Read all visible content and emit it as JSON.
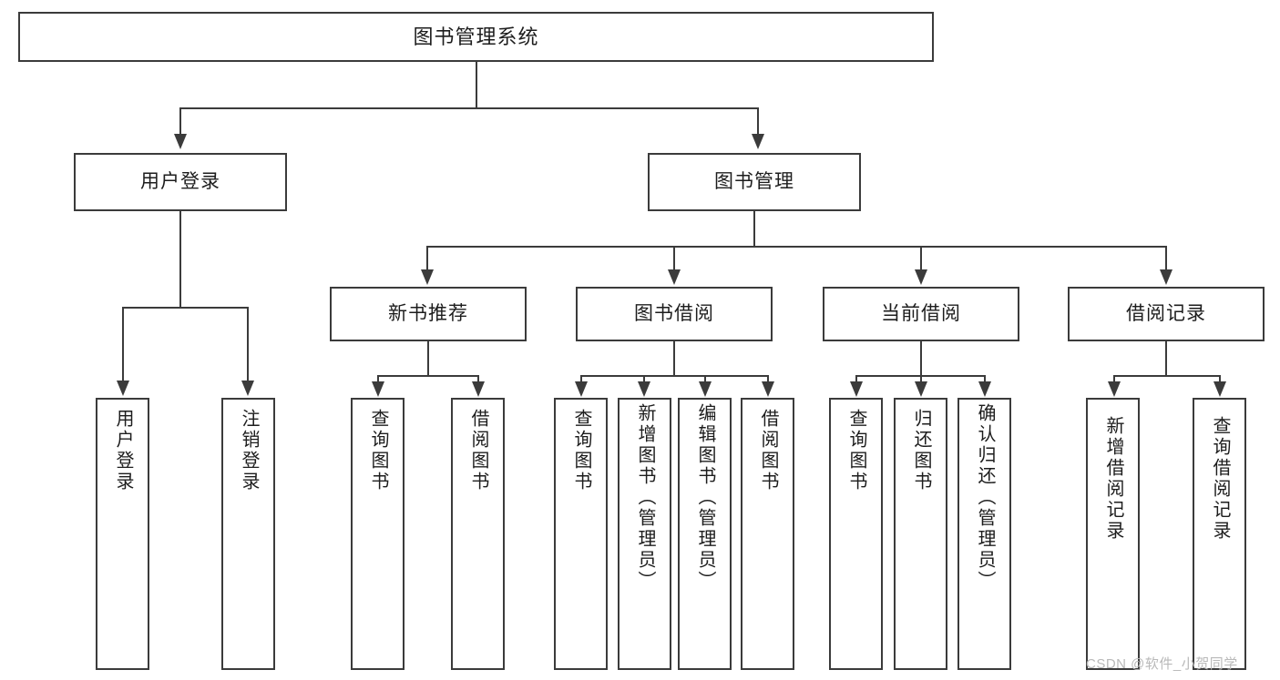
{
  "diagram": {
    "title": "图书管理系统",
    "type": "功能结构图",
    "watermark": "CSDN @软件_小贺同学",
    "line_color": "#3b3b3b",
    "box_fill": "#ffffff",
    "text_color": "#1d1d1d"
  },
  "nodes": {
    "root": {
      "label": "图书管理系统"
    },
    "level2": [
      {
        "id": "user-login",
        "label": "用户登录"
      },
      {
        "id": "book-manage",
        "label": "图书管理"
      }
    ],
    "level3": [
      {
        "id": "new-book-recommend",
        "label": "新书推荐"
      },
      {
        "id": "book-borrow",
        "label": "图书借阅"
      },
      {
        "id": "current-borrow",
        "label": "当前借阅"
      },
      {
        "id": "borrow-record",
        "label": "借阅记录"
      }
    ],
    "leaves": {
      "user_login": [
        {
          "id": "leaf-user-login",
          "label": "用户登录"
        },
        {
          "id": "leaf-logout-login",
          "label": "注销登录"
        }
      ],
      "new_book_recommend": [
        {
          "id": "leaf-query-book-1",
          "label": "查询图书"
        },
        {
          "id": "leaf-borrow-book-1",
          "label": "借阅图书"
        }
      ],
      "book_borrow": [
        {
          "id": "leaf-query-book-2",
          "label": "查询图书"
        },
        {
          "id": "leaf-add-book",
          "label": "新增图书（管理员）"
        },
        {
          "id": "leaf-edit-book",
          "label": "编辑图书（管理员）"
        },
        {
          "id": "leaf-borrow-book-2",
          "label": "借阅图书"
        }
      ],
      "current_borrow": [
        {
          "id": "leaf-query-book-3",
          "label": "查询图书"
        },
        {
          "id": "leaf-return-book",
          "label": "归还图书"
        },
        {
          "id": "leaf-confirm-return",
          "label": "确认归还（管理员）"
        }
      ],
      "borrow_record": [
        {
          "id": "leaf-add-record",
          "label": "新增借阅记录"
        },
        {
          "id": "leaf-query-record",
          "label": "查询借阅记录"
        }
      ]
    }
  }
}
